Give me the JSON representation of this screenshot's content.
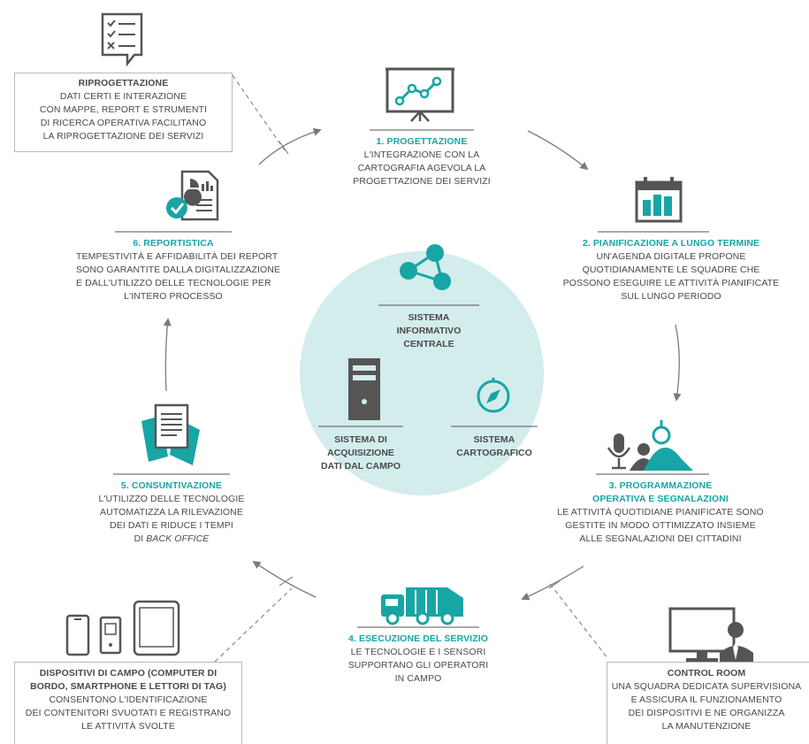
{
  "colors": {
    "accent": "#18a5a5",
    "circle": "#d3ecec",
    "text": "#4a4a4a",
    "icon_dark": "#555555",
    "border": "#b9b9b9"
  },
  "center": {
    "central_lines": [
      "SISTEMA",
      "INFORMATIVO",
      "CENTRALE"
    ],
    "field_lines": [
      "SISTEMA DI",
      "ACQUISIZIONE",
      "DATI DAL CAMPO"
    ],
    "carto_lines": [
      "SISTEMA",
      "CARTOGRAFICO"
    ]
  },
  "steps": [
    {
      "title": "1. PROGETTAZIONE",
      "lines": [
        "L'INTEGRAZIONE CON LA",
        "CARTOGRAFIA AGEVOLA LA",
        "PROGETTAZIONE DEI SERVIZI"
      ],
      "icon": "presentation-chart-icon"
    },
    {
      "title": "2. PIANIFICAZIONE A LUNGO TERMINE",
      "lines": [
        "UN'AGENDA DIGITALE PROPONE",
        "QUOTIDIANAMENTE LE SQUADRE CHE",
        "POSSONO ESEGUIRE LE ATTIVITÀ PIANIFICATE",
        "SUL LUNGO PERIODO"
      ],
      "icon": "calendar-icon"
    },
    {
      "title_lines": [
        "3. PROGRAMMAZIONE",
        "OPERATIVA E SEGNALAZIONI"
      ],
      "lines": [
        "LE ATTIVITÀ QUOTIDIANE PIANIFICATE SONO",
        "GESTITE IN MODO OTTIMIZZATO INSIEME",
        "ALLE SEGNALAZIONI DEI CITTADINI"
      ],
      "icon": "microphone-people-icon"
    },
    {
      "title": "4. ESECUZIONE DEL SERVIZIO",
      "lines": [
        "LE TECNOLOGIE E I SENSORI",
        "SUPPORTANO GLI OPERATORI",
        "IN CAMPO"
      ],
      "icon": "garbage-truck-icon"
    },
    {
      "title": "5. CONSUNTIVAZIONE",
      "lines": [
        "L'UTILIZZO DELLE TECNOLOGIE",
        "AUTOMATIZZA LA RILEVAZIONE",
        "DEI DATI E RIDUCE I TEMPI"
      ],
      "last_prefix": "DI ",
      "last_italic": "BACK OFFICE",
      "icon": "documents-icon"
    },
    {
      "title": "6. REPORTISTICA",
      "lines": [
        "TEMPESTIVITÀ E AFFIDABILITÀ DEI REPORT",
        "SONO GARANTITE DALLA DIGITALIZZAZIONE",
        "E DALL'UTILIZZO DELLE TECNOLOGIE PER",
        "L'INTERO PROCESSO"
      ],
      "icon": "report-check-icon"
    }
  ],
  "callouts": {
    "riprogettazione": {
      "title": "RIPROGETTAZIONE",
      "lines": [
        "DATI CERTI E INTERAZIONE",
        "CON MAPPE, REPORT E STRUMENTI",
        "DI RICERCA OPERATIVA FACILITANO",
        "LA RIPROGETTAZIONE DEI SERVIZI"
      ],
      "icon": "checklist-speech-icon"
    },
    "dispositivi": {
      "title_lines": [
        "DISPOSITIVI DI CAMPO (COMPUTER DI",
        "BORDO, SMARTPHONE E LETTORI DI TAG)"
      ],
      "lines": [
        "CONSENTONO L'IDENTIFICAZIONE",
        "DEI CONTENITORI SVUOTATI E REGISTRANO",
        "LE ATTIVITÀ SVOLTE"
      ],
      "icon": "mobile-devices-icon"
    },
    "control_room": {
      "title": "CONTROL ROOM",
      "lines": [
        "UNA SQUADRA DEDICATA SUPERVISIONA",
        "E ASSICURA IL FUNZIONAMENTO",
        "DEI DISPOSITIVI E NE ORGANIZZA",
        "LA MANUTENZIONE"
      ],
      "icon": "monitor-operator-icon"
    }
  }
}
